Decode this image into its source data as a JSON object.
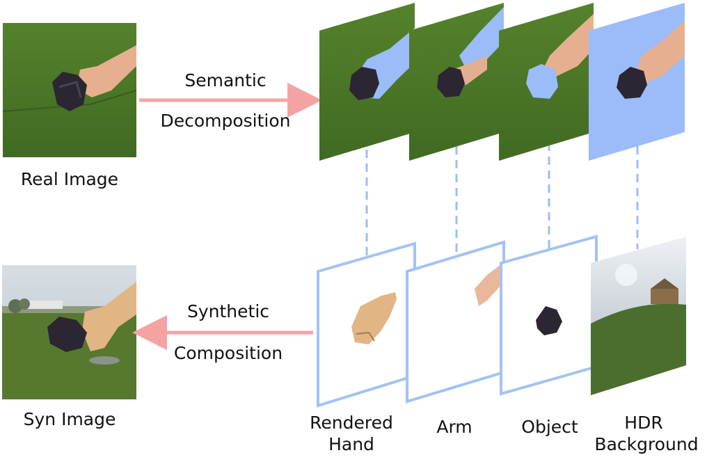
{
  "diagram": {
    "real_image_caption": "Real Image",
    "syn_image_caption": "Syn Image",
    "top_arrow": {
      "line1": "Semantic",
      "line2": "Decomposition"
    },
    "bottom_arrow": {
      "line1": "Synthetic",
      "line2": "Composition"
    },
    "layer_captions": {
      "hand_line1": "Rendered",
      "hand_line2": "Hand",
      "arm": "Arm",
      "object": "Object",
      "hdr_line1": "HDR",
      "hdr_line2": "Background"
    }
  },
  "colors": {
    "green_screen": "#4f7a2a",
    "green_screen_dark": "#3e6420",
    "mask_blue": "#9bbcf9",
    "frame_blue": "#a3c2f5",
    "arrow_pink": "#f4a3a3",
    "skin": "#e9b89b",
    "object_dark": "#2a2430",
    "sky": "#c9d1d9",
    "grass": "#4b6e2e"
  },
  "icons": {
    "hand": "hand-holding-object",
    "arrow_right": "right-arrow",
    "arrow_left": "left-arrow"
  }
}
